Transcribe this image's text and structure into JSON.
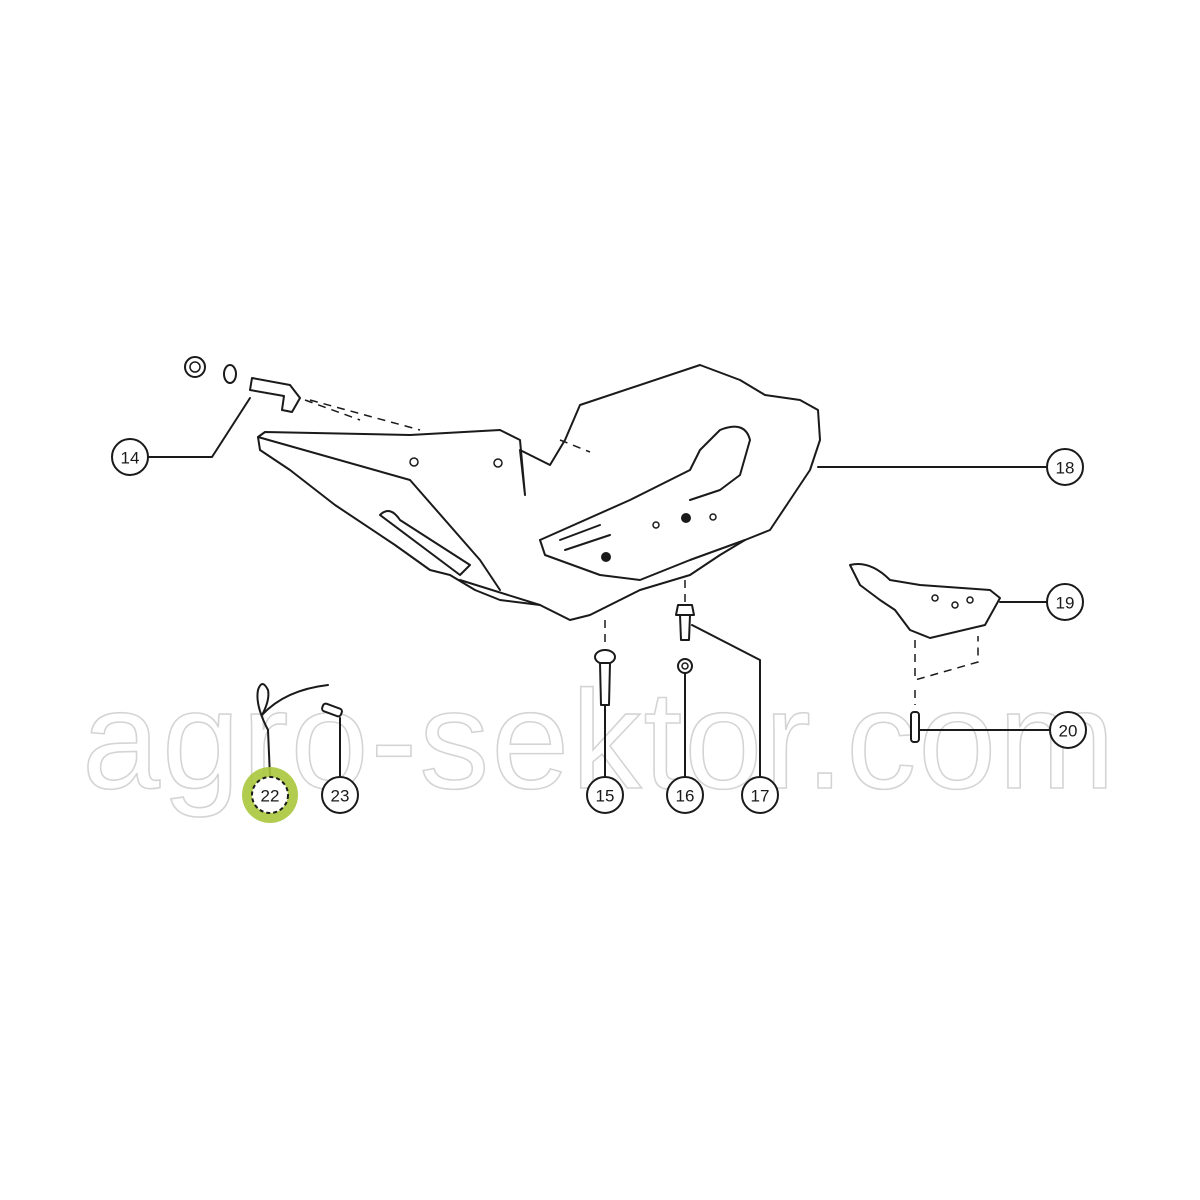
{
  "watermark": "agro-sektor.com",
  "highlight_color": "#a9c63c",
  "callouts": [
    {
      "id": "14",
      "label": "14",
      "highlighted": false
    },
    {
      "id": "15",
      "label": "15",
      "highlighted": false
    },
    {
      "id": "16",
      "label": "16",
      "highlighted": false
    },
    {
      "id": "17",
      "label": "17",
      "highlighted": false
    },
    {
      "id": "18",
      "label": "18",
      "highlighted": false
    },
    {
      "id": "19",
      "label": "19",
      "highlighted": false
    },
    {
      "id": "20",
      "label": "20",
      "highlighted": false
    },
    {
      "id": "22",
      "label": "22",
      "highlighted": true
    },
    {
      "id": "23",
      "label": "23",
      "highlighted": false
    }
  ]
}
